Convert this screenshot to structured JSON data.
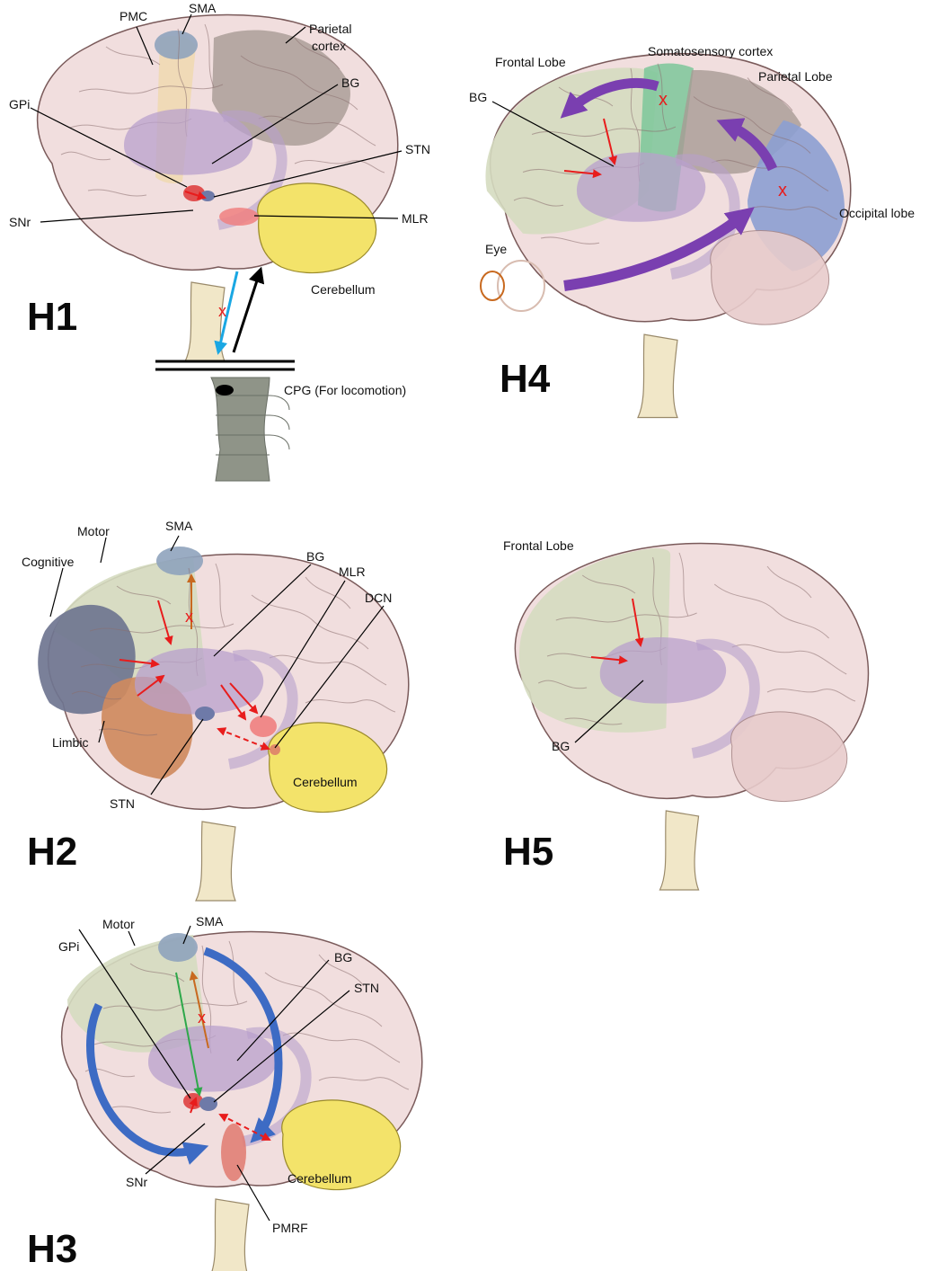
{
  "panels": {
    "h1": {
      "title": "H1",
      "labels": {
        "pmc": "PMC",
        "sma": "SMA",
        "parietal_1": "Parietal",
        "parietal_2": "cortex",
        "bg": "BG",
        "gpi": "GPi",
        "stn": "STN",
        "snr": "SNr",
        "mlr": "MLR",
        "cerebellum": "Cerebellum",
        "cpg": "CPG (For locomotion)"
      }
    },
    "h2": {
      "title": "H2",
      "labels": {
        "motor": "Motor",
        "sma": "SMA",
        "cognitive": "Cognitive",
        "bg": "BG",
        "mlr": "MLR",
        "dcn": "DCN",
        "limbic": "Limbic",
        "stn": "STN",
        "cerebellum": "Cerebellum"
      }
    },
    "h3": {
      "title": "H3",
      "labels": {
        "motor": "Motor",
        "sma": "SMA",
        "gpi": "GPi",
        "bg": "BG",
        "stn": "STN",
        "snr": "SNr",
        "cerebellum": "Cerebellum",
        "pmrf": "PMRF"
      }
    },
    "h4": {
      "title": "H4",
      "labels": {
        "frontal": "Frontal Lobe",
        "somatosensory": "Somatosensory cortex",
        "parietal": "Parietal Lobe",
        "bg": "BG",
        "occipital": "Occipital lobe",
        "eye": "Eye"
      }
    },
    "h5": {
      "title": "H5",
      "labels": {
        "frontal": "Frontal Lobe",
        "bg": "BG"
      }
    }
  },
  "colors": {
    "brain": "#f1dede",
    "frontal": "#d5dcc0",
    "sma": "#8fa3bd",
    "pmc": "#f0d9b0",
    "parietal": "#a79a94",
    "basal_ganglia": "#b8a0cc",
    "stn": "#6e7aa8",
    "mlr": "#f08080",
    "cerebellum": "#f3e36a",
    "brainstem": "#f1e7c8",
    "spine": "#8f9488",
    "cognitive": "#6f7590",
    "limbic": "#cf8a5e",
    "somatosensory": "#7cc79a",
    "occipital": "#8c9fd1",
    "path_red": "#e81c1c",
    "path_blue": "#3d6bc4",
    "path_cyan": "#1aa7e3",
    "path_purple": "#7a3fb0",
    "path_orange": "#c8691f",
    "path_green": "#2ea84a"
  }
}
